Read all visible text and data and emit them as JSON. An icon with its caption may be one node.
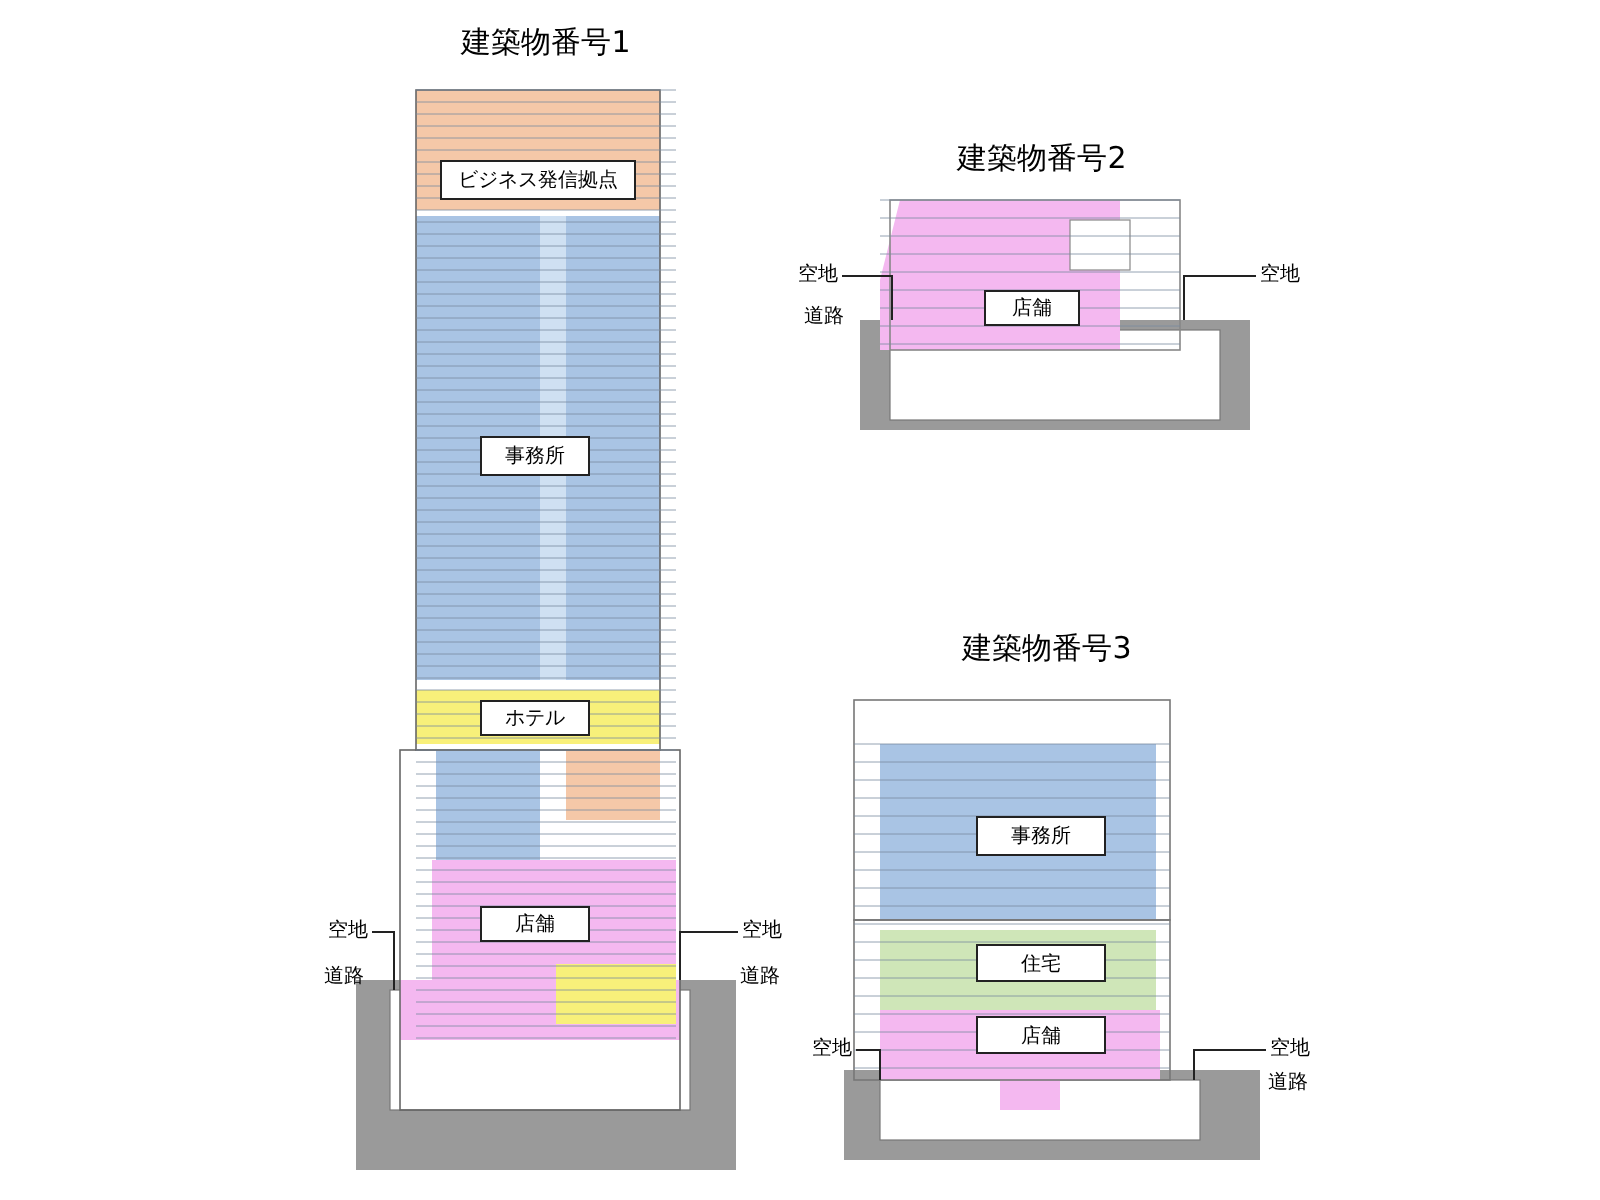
{
  "diagram": {
    "nodes": [
      {
        "text": [
          "建築物番号1"
        ]
      },
      {
        "text": [
          "ビジネス発信拠点"
        ],
        "in": 0
      },
      {
        "text": [
          "事務所"
        ],
        "in": 0
      },
      {
        "text": [
          "ホテル"
        ],
        "in": 0
      },
      {
        "text": [
          "店舗"
        ],
        "in": 0
      },
      {
        "text": [
          "空地"
        ]
      },
      {
        "text": [
          "空地"
        ]
      },
      {
        "text": [
          "建築物番号2"
        ]
      },
      {
        "text": [
          "店舗"
        ],
        "in": 7
      },
      {
        "text": [
          "空地"
        ]
      },
      {
        "text": [
          "空地"
        ]
      },
      {
        "text": [
          "建築物番号3"
        ]
      },
      {
        "text": [
          "事務所"
        ],
        "in": 11
      },
      {
        "text": [
          "住宅"
        ],
        "in": 11
      },
      {
        "text": [
          "店舗"
        ],
        "in": 11
      },
      {
        "text": [
          "空地"
        ]
      },
      {
        "text": [
          "空地"
        ]
      }
    ],
    "edges": [
      {
        "from": 5,
        "to": null,
        "arrow": "none"
      },
      {
        "from": 6,
        "to": null,
        "arrow": "none"
      },
      {
        "from": 9,
        "to": null,
        "arrow": "none"
      },
      {
        "from": 10,
        "to": null,
        "arrow": "none"
      },
      {
        "from": 15,
        "to": null,
        "arrow": "none"
      },
      {
        "from": 16,
        "to": null,
        "arrow": "none"
      }
    ],
    "labels": [
      "道路",
      "道路",
      "道路",
      "道路"
    ]
  }
}
